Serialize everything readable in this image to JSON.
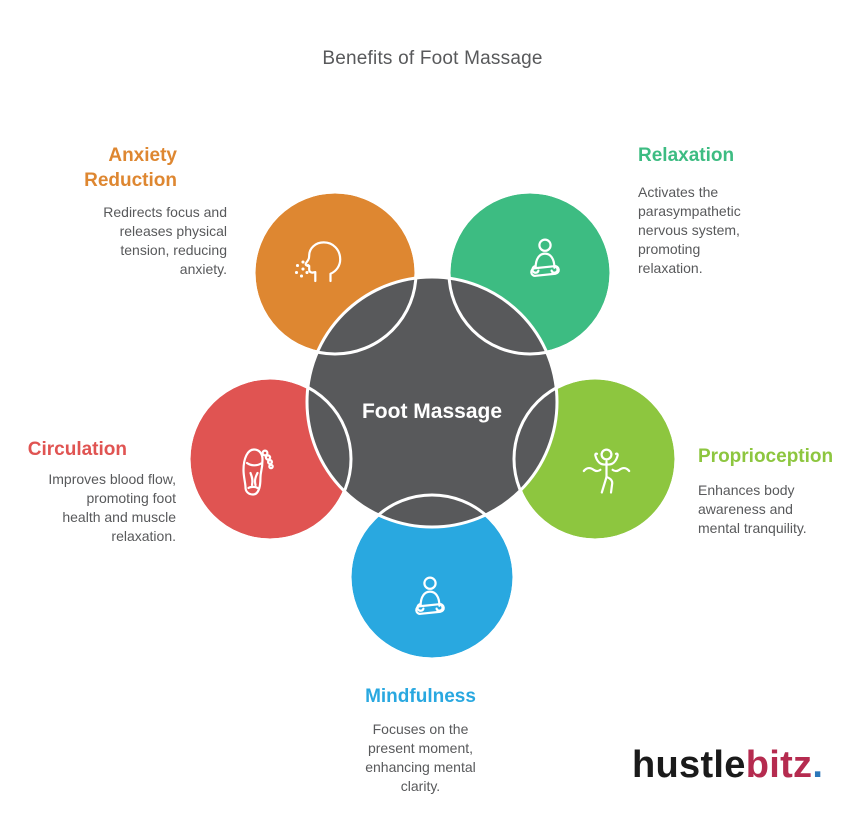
{
  "title": "Benefits of Foot Massage",
  "center": {
    "label": "Foot Massage",
    "color": "#58595B"
  },
  "benefits": [
    {
      "name": "Anxiety Reduction",
      "heading": "Anxiety\nReduction",
      "description": "Redirects focus and\nreleases physical\ntension, reducing\nanxiety.",
      "color": "#DE8731",
      "icon": "sneezing-head-icon"
    },
    {
      "name": "Relaxation",
      "heading": "Relaxation",
      "description": "Activates the\nparasympathetic\nnervous system,\npromoting\nrelaxation.",
      "color": "#3DBC82",
      "icon": "meditating-person-icon"
    },
    {
      "name": "Circulation",
      "heading": "Circulation",
      "description": "Improves blood flow,\npromoting foot\nhealth and muscle\nrelaxation.",
      "color": "#E05452",
      "icon": "foot-sole-icon"
    },
    {
      "name": "Proprioception",
      "heading": "Proprioception",
      "description": "Enhances body\nawareness and\nmental tranquility.",
      "color": "#8DC63F",
      "icon": "balancing-person-icon"
    },
    {
      "name": "Mindfulness",
      "heading": "Mindfulness",
      "description": "Focuses on the\npresent moment,\nenhancing mental\nclarity.",
      "color": "#29A8E0",
      "icon": "meditating-person-icon"
    }
  ],
  "logo": {
    "text_black": "hustle",
    "text_crimson": "bitz",
    "text_dot": ".",
    "color_black": "#1A1A1A",
    "color_crimson": "#B52B4F",
    "color_dot": "#2B77B9"
  }
}
